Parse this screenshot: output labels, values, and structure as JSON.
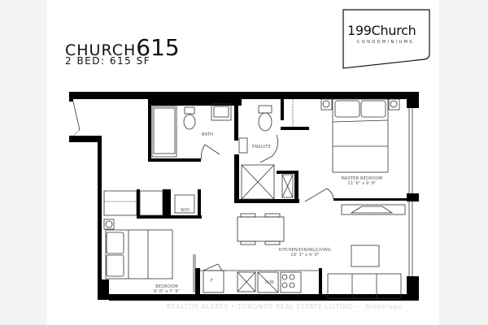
{
  "header": {
    "unit_name": "CHURCH",
    "unit_number": "615",
    "unit_spec": "2 BED: 615 SF"
  },
  "logo": {
    "name": "199Church",
    "tagline": "CONDOMINIUMS"
  },
  "rooms": {
    "bath": {
      "label": "BATH"
    },
    "ensuite": {
      "label": "ENSUITE"
    },
    "wd": {
      "label": "W/D"
    },
    "master": {
      "label": "MASTER BEDROOM",
      "dims": "11' 6\" x 9' 6\""
    },
    "kitchen": {
      "label": "KITCHEN/DINING/LIVING",
      "dims": "19' 3\" x 9' 0\""
    },
    "bedroom": {
      "label": "BEDROOM",
      "dims": "9' 0\" x 7' 9\""
    },
    "fridge": {
      "label": "F"
    },
    "dishwasher": {
      "label": "D/W"
    }
  },
  "watermark": "REALTOR ALERTS • TORONTO REAL ESTATE LISTING — Brokerage",
  "colors": {
    "wall": "#000000",
    "line": "#333333",
    "background": "#f3f3f3",
    "sheet": "#ffffff"
  }
}
